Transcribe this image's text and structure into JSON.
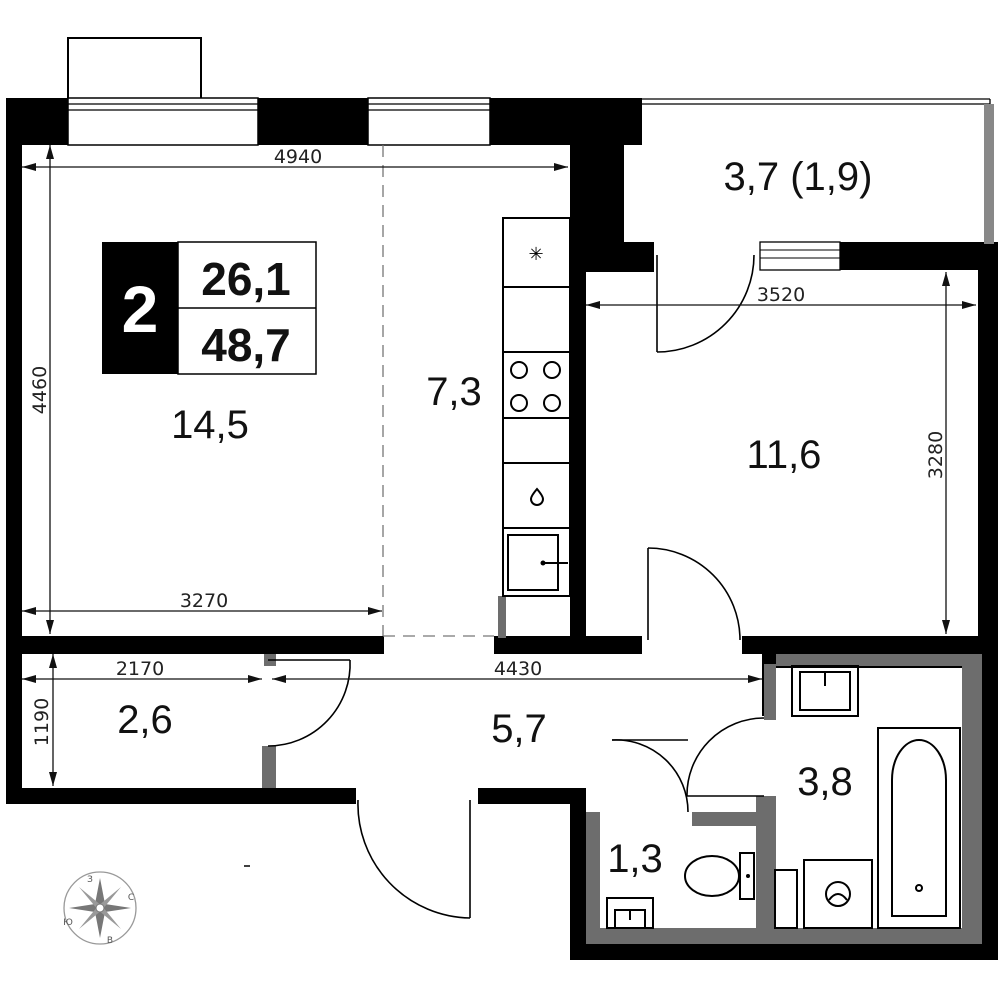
{
  "badge": {
    "rooms": "2",
    "living_area": "26,1",
    "total_area": "48,7"
  },
  "rooms": {
    "living_room": "14,5",
    "kitchen": "7,3",
    "balcony": "3,7 (1,9)",
    "bedroom": "11,6",
    "closet": "2,6",
    "hallway": "5,7",
    "bathroom": "3,8",
    "toilet": "1,3"
  },
  "dimensions": {
    "top_width": "4940",
    "left_height": "4460",
    "living_width": "3270",
    "bedroom_width": "3520",
    "bedroom_height": "3280",
    "closet_width": "2170",
    "hall_width": "4430",
    "closet_height": "1190"
  },
  "compass": {
    "n": "З",
    "e": "С",
    "s": "В",
    "w": "Ю"
  },
  "colors": {
    "wall": "#000000",
    "wet_wall": "#6d6d6d",
    "badge_bg": "#000000"
  }
}
